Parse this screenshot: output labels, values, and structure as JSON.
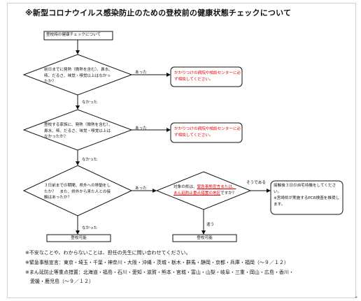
{
  "title": "※新型コロナウイルス感染防止のための登校前の健康状態チェックについて",
  "labels": {
    "yes": "あった",
    "no": "なかった",
    "applies": "そうである",
    "differs": "違う"
  },
  "nodes": {
    "start": "登校時の健康チェックについて",
    "q1": "前日までに発熱（微熱を含む）、鼻水、咳、だるさ、味覚・嗅覚以上はなかったか？",
    "consult": "かかりつけの病院や相談センターに必ず相談してください。",
    "q2": "登校する家族に、発熱（微熱を含む）、鼻水、咳、だるさ、味覚・嗅覚以上はなかったか？",
    "q3": "３日前までの期間、県外への移動をしたか？　また、県外から来た人との接触はあったか？",
    "q4_part1": "対象の県は、",
    "q4_part2": "緊急事態宣言または、まん延防止重点措置の地区",
    "q4_part3": "ですか？",
    "wait": "接触後３日の自宅待機をしてください。",
    "pcr": "※宮崎県が実施するPCR検査を推奨します。",
    "attend": "登校可能"
  },
  "footer": {
    "line1": "※不安なことや、わからないことは、担任の先生に問い合わせてください。",
    "line2": "※緊急事態宣言：東京・埼玉・千葉・神奈川・大阪・沖縄・茨城・栃木・群馬・静岡・京都・兵庫・福岡（～９／１２）",
    "line3": "※まん延防止等重点措置：北海道・福島・石川・愛知・滋賀・熊本・宮城・富山・山梨・岐阜・三重・岡山・広島・香川・",
    "line4": "　愛媛・鹿児島（～９／１２）"
  },
  "corner_mark": "+"
}
